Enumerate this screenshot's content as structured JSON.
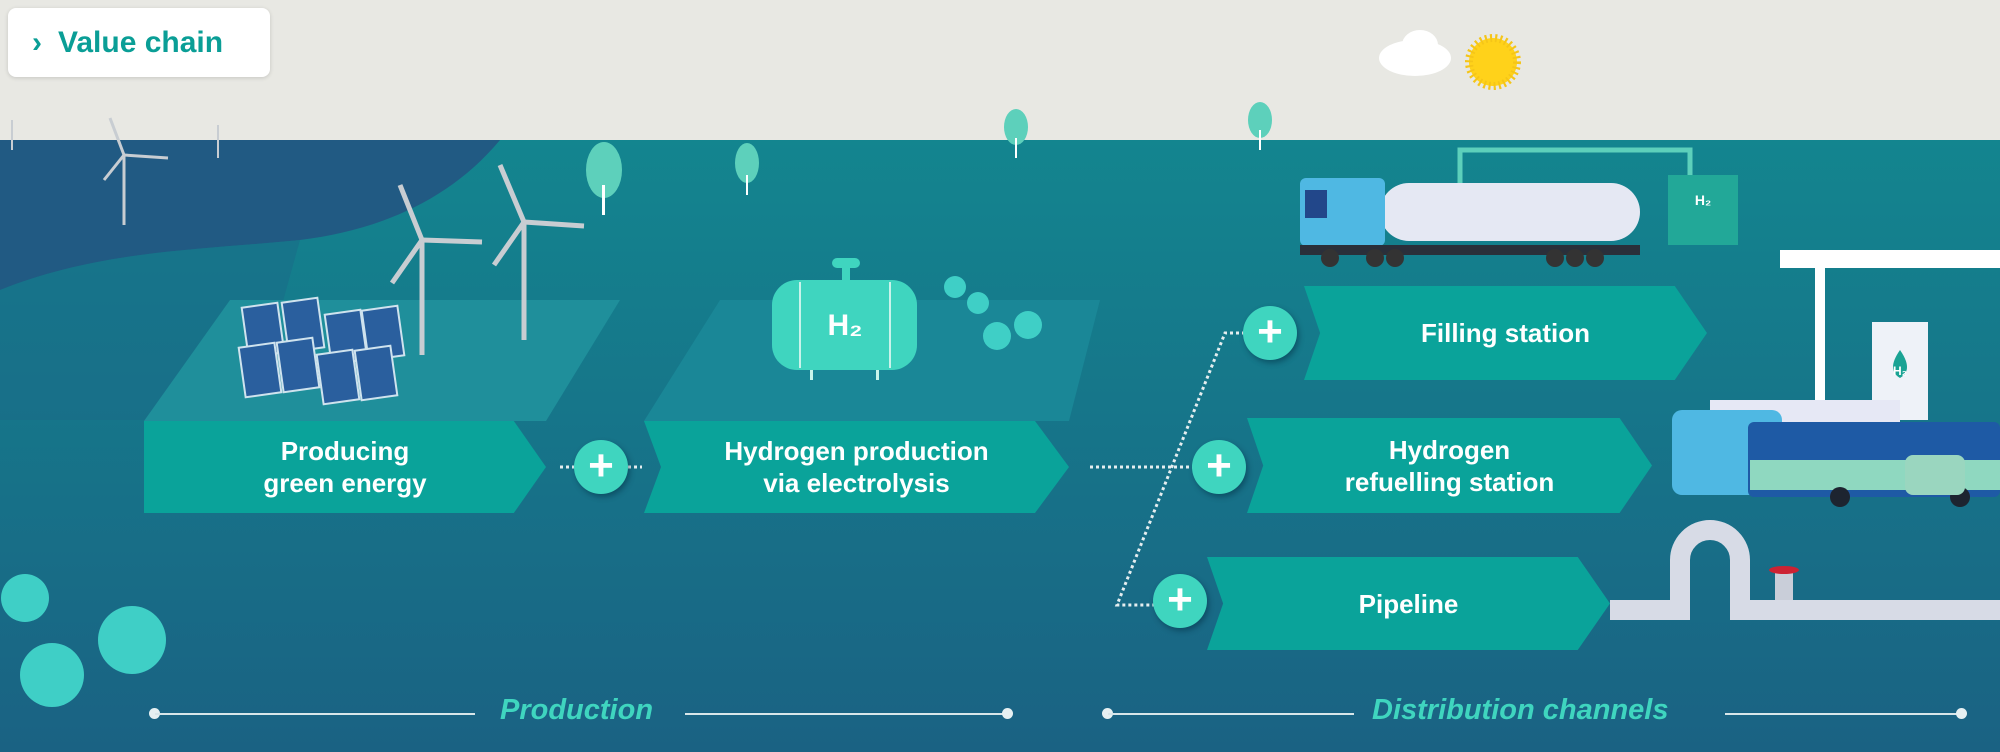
{
  "header": {
    "toggle_label": "Value chain",
    "toggle_icon": "chevron-right-icon"
  },
  "production": {
    "section_label": "Production",
    "steps": [
      {
        "label_line1": "Producing",
        "label_line2": "green energy"
      },
      {
        "label_line1": "Hydrogen production",
        "label_line2": "via electrolysis"
      }
    ]
  },
  "distribution": {
    "section_label": "Distribution channels",
    "channels": [
      {
        "label_line1": "Filling station",
        "label_line2": ""
      },
      {
        "label_line1": "Hydrogen",
        "label_line2": "refuelling station"
      },
      {
        "label_line1": "Pipeline",
        "label_line2": ""
      }
    ]
  },
  "plus_symbol": "+",
  "illustration": {
    "tank_label": "H₂",
    "station_label": "H₂"
  },
  "colors": {
    "accent": "#0aa39a",
    "plus": "#3fd5bf",
    "sky": "#e8e8e3",
    "ground": "#1a6e86"
  }
}
